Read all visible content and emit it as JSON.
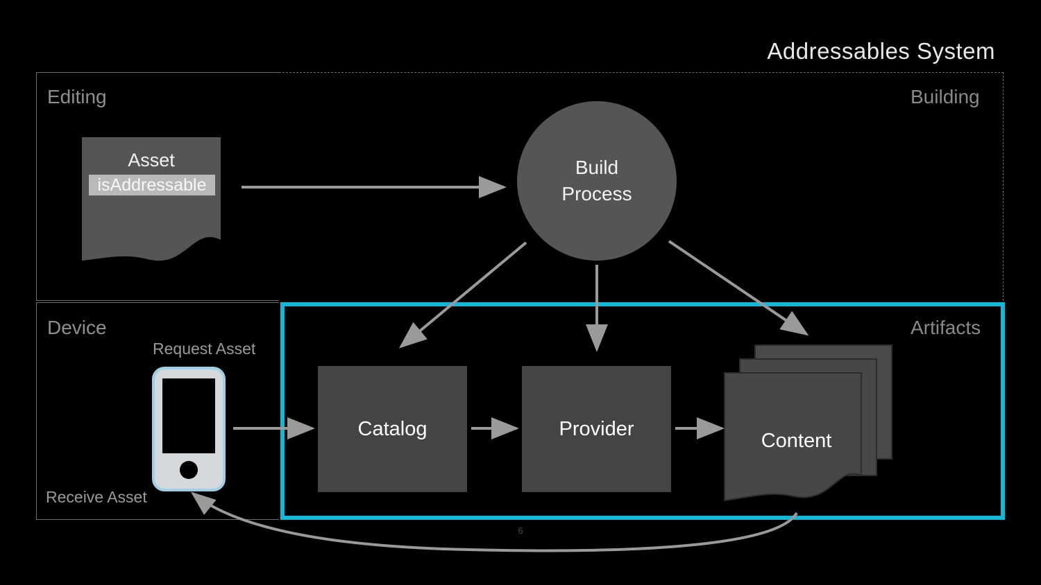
{
  "slide": {
    "title": "Addressables System",
    "page_number": "6",
    "background_color": "#000000",
    "accent_color": "#15b6d6",
    "shape_fill": "#444444",
    "circle_fill": "#555555",
    "arrow_color": "#9a9a9a",
    "panel_border_color": "#6e6e6e",
    "label_color": "#8f8f8f"
  },
  "panels": {
    "editing": {
      "label": "Editing"
    },
    "building": {
      "label": "Building"
    },
    "device": {
      "label": "Device"
    },
    "artifacts": {
      "label": "Artifacts"
    }
  },
  "nodes": {
    "asset": {
      "title": "Asset",
      "field_label": "isAddressable",
      "shape": "document"
    },
    "build_process": {
      "line1": "Build",
      "line2": "Process",
      "shape": "circle"
    },
    "catalog": {
      "label": "Catalog",
      "shape": "rectangle"
    },
    "provider": {
      "label": "Provider",
      "shape": "rectangle"
    },
    "content": {
      "label": "Content",
      "shape": "document-stack",
      "stack_count": 3
    },
    "phone": {
      "shape": "mobile-device"
    }
  },
  "edge_labels": {
    "request_asset": "Request Asset",
    "receive_asset": "Receive Asset"
  },
  "flow": [
    {
      "from": "asset",
      "to": "build_process",
      "style": "straight"
    },
    {
      "from": "build_process",
      "to": "catalog",
      "style": "diagonal"
    },
    {
      "from": "build_process",
      "to": "provider",
      "style": "straight"
    },
    {
      "from": "build_process",
      "to": "content",
      "style": "diagonal"
    },
    {
      "from": "phone",
      "to": "catalog",
      "style": "straight",
      "label": "Request Asset"
    },
    {
      "from": "catalog",
      "to": "provider",
      "style": "straight"
    },
    {
      "from": "provider",
      "to": "content",
      "style": "straight"
    },
    {
      "from": "content",
      "to": "phone",
      "style": "curved",
      "label": "Receive Asset"
    }
  ]
}
